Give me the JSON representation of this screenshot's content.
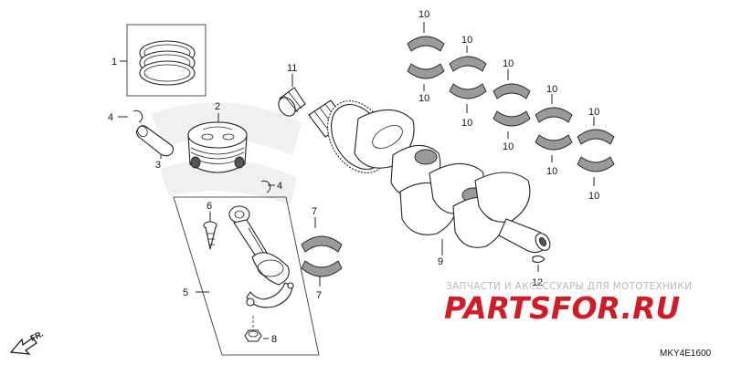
{
  "callouts": {
    "c1": "1",
    "c2": "2",
    "c3": "3",
    "c4a": "4",
    "c4b": "4",
    "c5": "5",
    "c6": "6",
    "c7a": "7",
    "c7b": "7",
    "c8": "8",
    "c9": "9",
    "c11": "11",
    "c12": "12",
    "b1_top": "10",
    "b1_bot": "10",
    "b2_top": "10",
    "b2_bot": "10",
    "b3_top": "10",
    "b3_bot": "10",
    "b4_top": "10",
    "b4_bot": "10",
    "b5_top": "10",
    "b5_bot": "10"
  },
  "direction_label": "FR.",
  "diagram_code": "MKY4E1600",
  "watermark": {
    "tagline": "ЗАПЧАСТИ И АКСЕССУАРЫ ДЛЯ МОТОТЕХНИКИ",
    "brand": "PARTSFOR.RU"
  }
}
